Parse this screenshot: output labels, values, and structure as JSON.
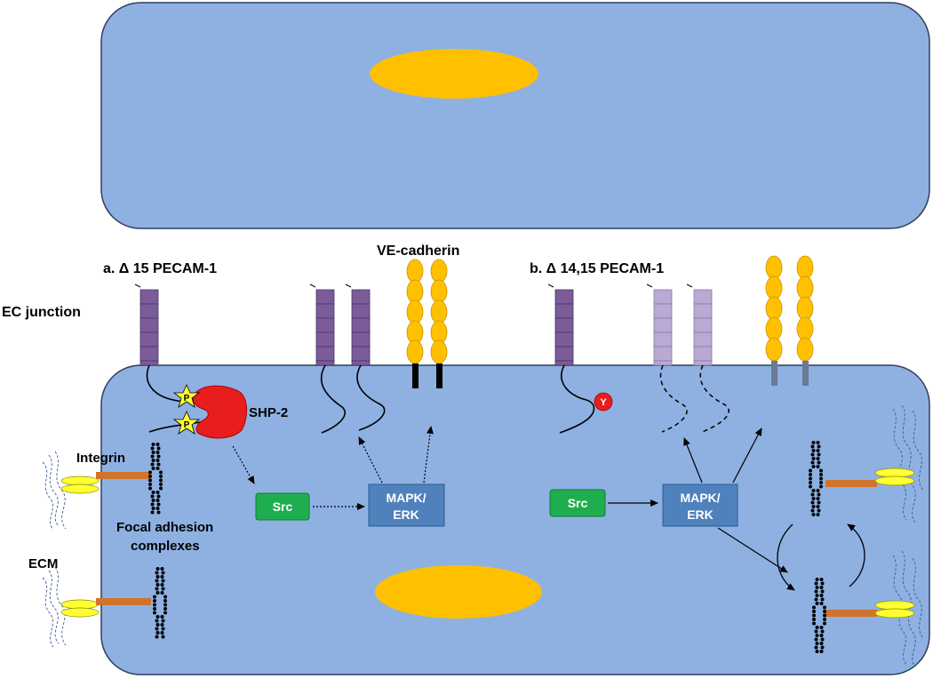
{
  "colors": {
    "cell_fill": "#8EB1E2",
    "cell_stroke": "#2F3F5A",
    "nucleus": "#FFC000",
    "pecam_dark": "#7B5C99",
    "pecam_light": "#B9A9D3",
    "cadherin": "#FFC000",
    "src_box": "#1FAE4F",
    "mapk_box": "#4F81BD",
    "shp2": "#E81E1E",
    "integrin_bar": "#D0742B",
    "ecm_lines": "#3B5C9A",
    "phospho_star": "#FFFF33",
    "tyr_circle": "#E81E1E",
    "focal_dots": "#000000"
  },
  "labels": {
    "panel_a": "a. Δ 15 PECAM-1",
    "panel_b": "b. Δ 14,15 PECAM-1",
    "ve_cadherin": "VE-cadherin",
    "ec_junction": "EC junction",
    "shp2": "SHP-2",
    "integrin": "Integrin",
    "focal_line1": "Focal adhesion",
    "focal_line2": "complexes",
    "ecm": "ECM",
    "phospho_p1": "P",
    "phospho_p2": "P",
    "tyrosine_y": "Y"
  },
  "boxes": {
    "src_a": "Src",
    "src_b": "Src",
    "mapk_a_line1": "MAPK/",
    "mapk_a_line2": "ERK",
    "mapk_b_line1": "MAPK/",
    "mapk_b_line2": "ERK"
  }
}
